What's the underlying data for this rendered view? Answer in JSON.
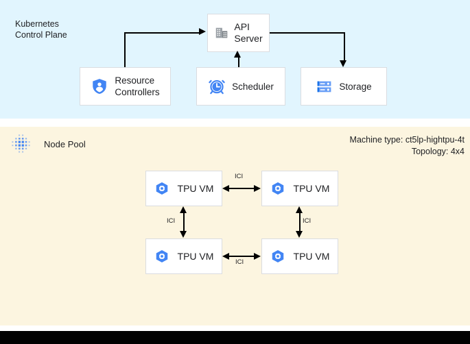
{
  "control_plane": {
    "title": "Kubernetes\nControl Plane",
    "background_color": "#e1f5fe",
    "boxes": [
      {
        "id": "api-server",
        "label": "API\nServer",
        "icon": "building-icon"
      },
      {
        "id": "resource-controllers",
        "label": "Resource\nControllers",
        "icon": "shield-person-icon"
      },
      {
        "id": "scheduler",
        "label": "Scheduler",
        "icon": "alarm-clock-icon"
      },
      {
        "id": "storage",
        "label": "Storage",
        "icon": "storage-rack-icon"
      }
    ],
    "connections": [
      {
        "from": "resource-controllers",
        "to": "api-server",
        "direction": "one-way"
      },
      {
        "from": "scheduler",
        "to": "api-server",
        "direction": "one-way"
      },
      {
        "from": "api-server",
        "to": "storage",
        "direction": "one-way"
      }
    ]
  },
  "node_pool": {
    "title": "Node Pool",
    "icon": "dot-grid-icon",
    "background_color": "#fcf5e0",
    "machine_type_label": "Machine type: ct5lp-hightpu-4t",
    "topology_label": "Topology: 4x4",
    "vms": [
      {
        "id": "tpu-vm-0",
        "label": "TPU VM",
        "icon": "tpu-hexagon-icon"
      },
      {
        "id": "tpu-vm-1",
        "label": "TPU VM",
        "icon": "tpu-hexagon-icon"
      },
      {
        "id": "tpu-vm-2",
        "label": "TPU VM",
        "icon": "tpu-hexagon-icon"
      },
      {
        "id": "tpu-vm-3",
        "label": "TPU VM",
        "icon": "tpu-hexagon-icon"
      }
    ],
    "interconnects": [
      {
        "id": "ici-top",
        "label": "ICI",
        "between": [
          "tpu-vm-0",
          "tpu-vm-1"
        ],
        "direction": "two-way",
        "orientation": "horizontal"
      },
      {
        "id": "ici-bottom",
        "label": "ICI",
        "between": [
          "tpu-vm-2",
          "tpu-vm-3"
        ],
        "direction": "two-way",
        "orientation": "horizontal"
      },
      {
        "id": "ici-left",
        "label": "ICI",
        "between": [
          "tpu-vm-0",
          "tpu-vm-2"
        ],
        "direction": "two-way",
        "orientation": "vertical"
      },
      {
        "id": "ici-right",
        "label": "ICI",
        "between": [
          "tpu-vm-1",
          "tpu-vm-3"
        ],
        "direction": "two-way",
        "orientation": "vertical"
      }
    ]
  },
  "colors": {
    "google_blue": "#4285f4",
    "light_blue_panel": "#e1f5fe",
    "cream_panel": "#fcf5e0",
    "box_border": "#dadce0",
    "text": "#202124",
    "bottom_bar": "#000000"
  }
}
